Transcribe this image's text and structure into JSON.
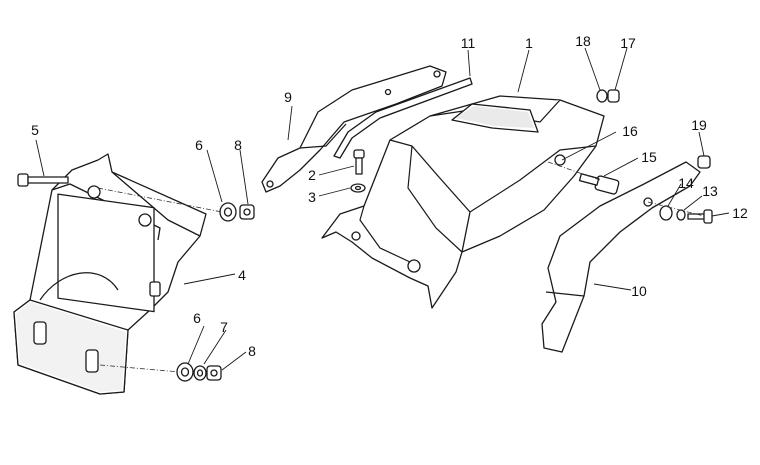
{
  "callouts": [
    {
      "id": "c1",
      "text": "1"
    },
    {
      "id": "c2",
      "text": "2"
    },
    {
      "id": "c3",
      "text": "3"
    },
    {
      "id": "c4",
      "text": "4"
    },
    {
      "id": "c5",
      "text": "5"
    },
    {
      "id": "c6a",
      "text": "6"
    },
    {
      "id": "c6b",
      "text": "6"
    },
    {
      "id": "c7",
      "text": "7"
    },
    {
      "id": "c8a",
      "text": "8"
    },
    {
      "id": "c8b",
      "text": "8"
    },
    {
      "id": "c9",
      "text": "9"
    },
    {
      "id": "c10",
      "text": "10"
    },
    {
      "id": "c11",
      "text": "11"
    },
    {
      "id": "c12",
      "text": "12"
    },
    {
      "id": "c13",
      "text": "13"
    },
    {
      "id": "c14",
      "text": "14"
    },
    {
      "id": "c15",
      "text": "15"
    },
    {
      "id": "c16",
      "text": "16"
    },
    {
      "id": "c17",
      "text": "17"
    },
    {
      "id": "c18",
      "text": "18"
    },
    {
      "id": "c19",
      "text": "19"
    }
  ]
}
